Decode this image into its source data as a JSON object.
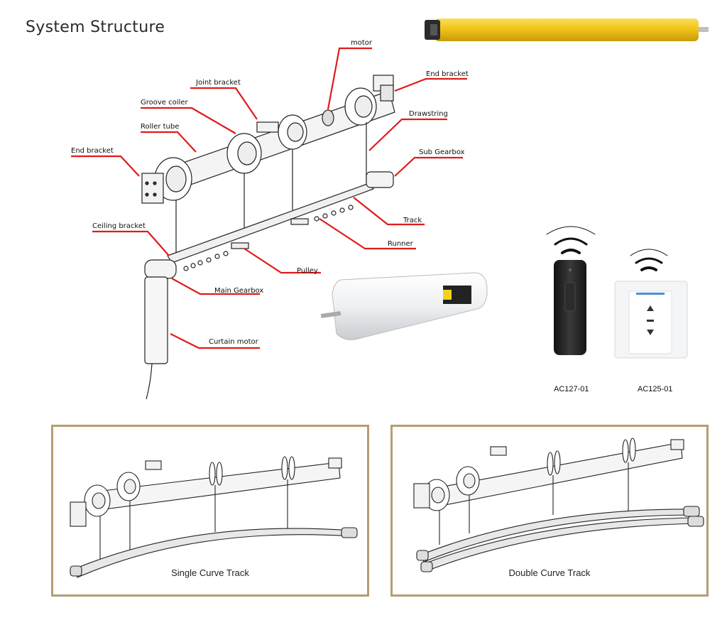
{
  "title": "System Structure",
  "labels": {
    "motor": "motor",
    "end_bracket_right": "End bracket",
    "joint_bracket": "Joint bracket",
    "groove_coiler": "Groove coiler",
    "drawstring": "Drawstring",
    "roller_tube": "Roller tube",
    "end_bracket_left": "End bracket",
    "sub_gearbox": "Sub Gearbox",
    "track": "Track",
    "ceiling_bracket": "Ceiling bracket",
    "runner": "Runner",
    "pulley": "Pulley",
    "main_gearbox": "Main Gearbox",
    "curtain_motor": "Curtain motor"
  },
  "remotes": {
    "handheld_model": "AC127-01",
    "wall_model": "AC125-01"
  },
  "panels": {
    "single": "Single Curve Track",
    "double": "Double Curve Track"
  },
  "colors": {
    "leader_line": "#e01b1b",
    "tube_motor": "#f2c51a",
    "panel_border": "#b59d73"
  }
}
